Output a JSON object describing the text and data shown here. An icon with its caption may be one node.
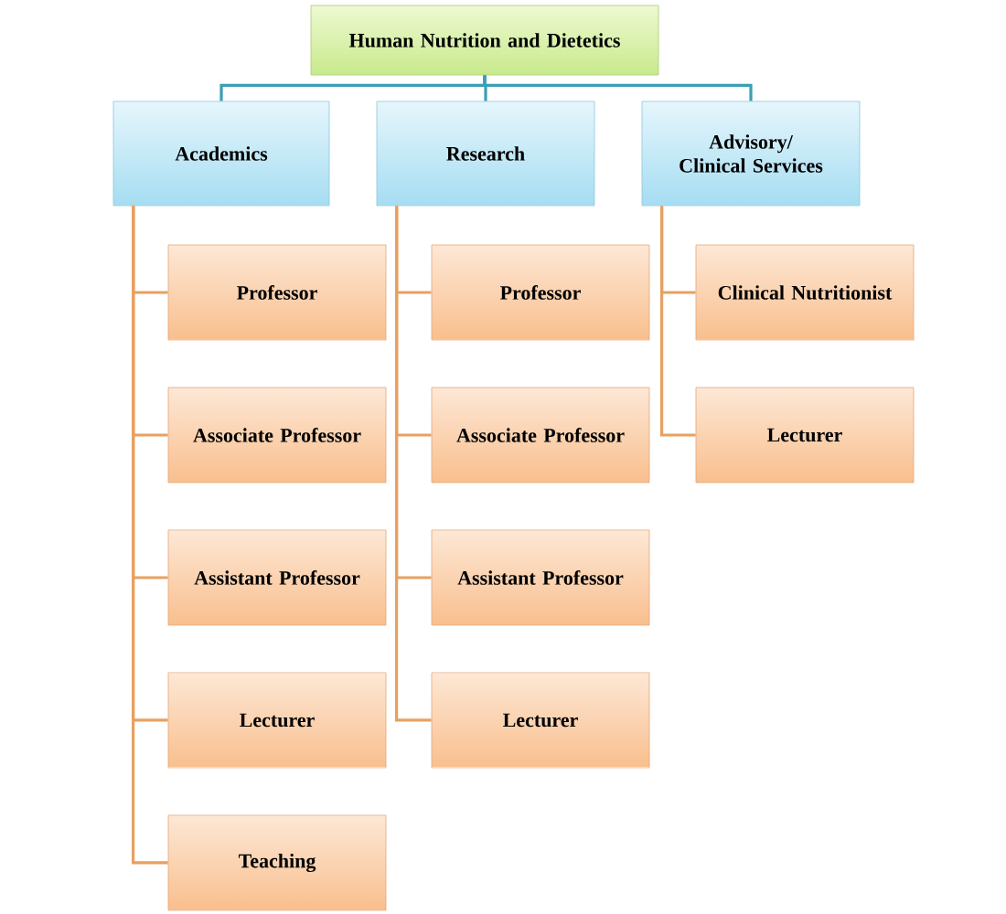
{
  "diagram": {
    "nodes": [
      {
        "text": [
          "Human Nutrition and Dietetics"
        ]
      },
      {
        "text": [
          "Academics"
        ]
      },
      {
        "text": [
          "Research"
        ]
      },
      {
        "text": [
          "Advisory/ Clinical Services"
        ]
      },
      {
        "text": [
          "Professor"
        ]
      },
      {
        "text": [
          "Associate Professor"
        ]
      },
      {
        "text": [
          "Assistant Professor"
        ]
      },
      {
        "text": [
          "Lecturer"
        ]
      },
      {
        "text": [
          "Teaching"
        ]
      },
      {
        "text": [
          "Professor"
        ]
      },
      {
        "text": [
          "Associate Professor"
        ]
      },
      {
        "text": [
          "Assistant Professor"
        ]
      },
      {
        "text": [
          "Lecturer"
        ]
      },
      {
        "text": [
          "Clinical Nutritionist"
        ]
      },
      {
        "text": [
          "Lecturer"
        ]
      }
    ],
    "edges": [
      {
        "from": 0,
        "to": 1,
        "arrow": "none",
        "color": "#3a9fb5"
      },
      {
        "from": 0,
        "to": 2,
        "arrow": "none",
        "color": "#3a9fb5"
      },
      {
        "from": 0,
        "to": 3,
        "arrow": "none",
        "color": "#3a9fb5"
      },
      {
        "from": 1,
        "to": 4,
        "arrow": "none"
      },
      {
        "from": 1,
        "to": 5,
        "arrow": "none"
      },
      {
        "from": 1,
        "to": 6,
        "arrow": "none"
      },
      {
        "from": 1,
        "to": 7,
        "arrow": "none"
      },
      {
        "from": 1,
        "to": 8,
        "arrow": "none"
      },
      {
        "from": 2,
        "to": 9,
        "arrow": "none"
      },
      {
        "from": 2,
        "to": 10,
        "arrow": "none"
      },
      {
        "from": 2,
        "to": 11,
        "arrow": "none"
      },
      {
        "from": 2,
        "to": 12,
        "arrow": "none"
      },
      {
        "from": 3,
        "to": 13,
        "arrow": "none"
      },
      {
        "from": 3,
        "to": 14,
        "arrow": "none"
      }
    ]
  }
}
